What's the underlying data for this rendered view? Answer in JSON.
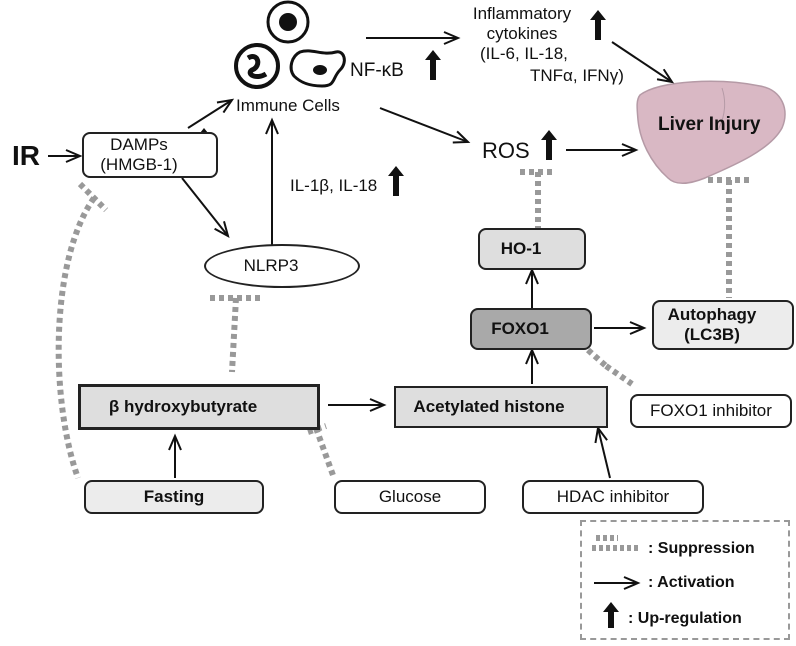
{
  "ir_label": "IR",
  "nodes": {
    "damps_line1": "DAMPs",
    "damps_line2": "(HMGB-1)",
    "immune_cells": "Immune Cells",
    "nfkb": "NF-κB",
    "cytokines_line1": "Inflammatory",
    "cytokines_line2": "cytokines",
    "cytokines_line3": "(IL-6, IL-18,",
    "cytokines_line4": "TNFα, IFNγ)",
    "liver_injury": "Liver Injury",
    "ros": "ROS",
    "il_label": "IL-1β, IL-18",
    "nlrp3": "NLRP3",
    "ho1": "HO-1",
    "foxo1": "FOXO1",
    "autophagy_line1": "Autophagy",
    "autophagy_line2": "(LC3B)",
    "bhb": "β hydroxybutyrate",
    "acetylated_histone": "Acetylated histone",
    "foxo1_inhibitor": "FOXO1 inhibitor",
    "fasting": "Fasting",
    "glucose": "Glucose",
    "hdac_inhibitor": "HDAC inhibitor"
  },
  "legend": {
    "suppression": ": Suppression",
    "activation": ": Activation",
    "upregulation": ": Up-regulation"
  },
  "colors": {
    "suppression_line": "#999999",
    "liver": "#d9b8c4",
    "box_grey": "#dedede",
    "box_dark_grey": "#a9a9a9",
    "box_light_grey": "#ececec"
  },
  "icons": [
    "up-arrow-icon",
    "activation-arrow-icon",
    "suppression-line-icon",
    "immune-cell-icon",
    "liver-icon"
  ]
}
